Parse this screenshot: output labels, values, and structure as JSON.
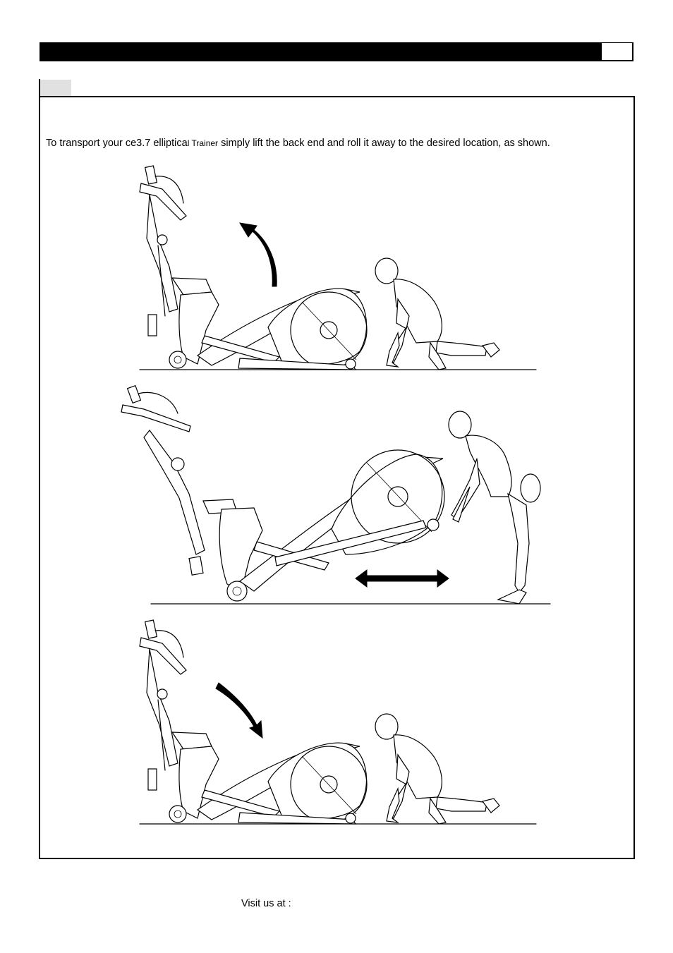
{
  "header": {
    "title": "",
    "page_number": ""
  },
  "section": {
    "tab_label": ""
  },
  "instruction": {
    "text_before": "To transport your ce3.7 elliptica",
    "text_small": "l Trainer",
    "text_after": " simply lift the back end and roll it away to the desired location, as shown."
  },
  "figures": [
    {
      "name": "lift-back-end",
      "arrow": "curved-up"
    },
    {
      "name": "roll-to-location",
      "arrow": "double-horizontal"
    },
    {
      "name": "lower-back-end",
      "arrow": "curved-down"
    }
  ],
  "footer": {
    "visit_label": "Visit us at :"
  }
}
